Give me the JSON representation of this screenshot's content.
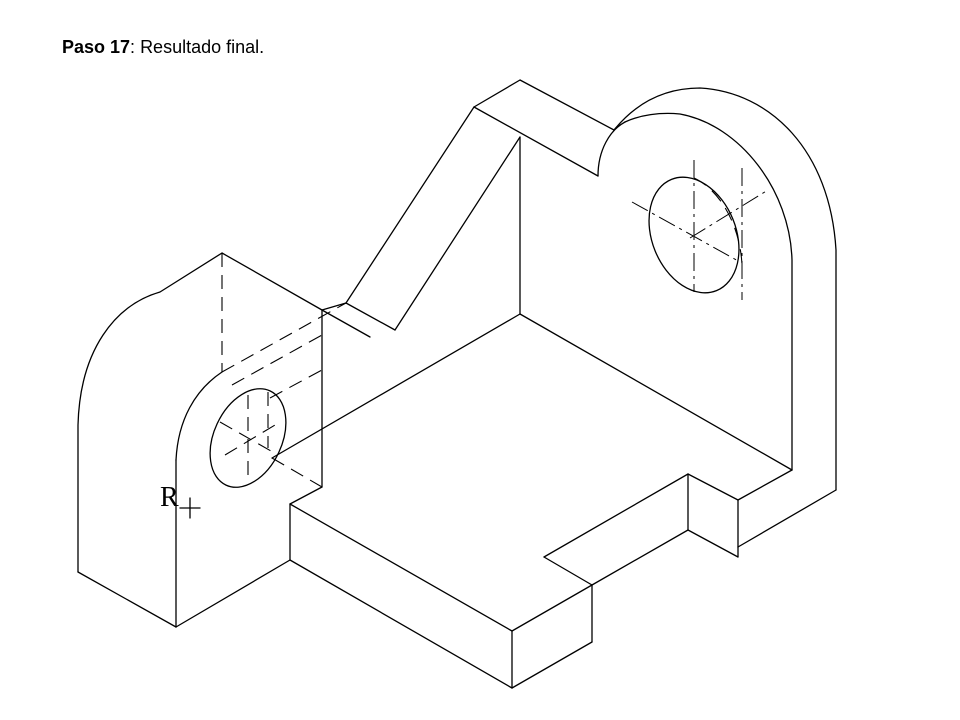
{
  "caption": {
    "step": "Paso 17",
    "separator": ": ",
    "text": "Resultado final."
  },
  "drawing": {
    "radius_label": "R"
  },
  "colors": {
    "line": "#000000",
    "background": "#ffffff"
  }
}
